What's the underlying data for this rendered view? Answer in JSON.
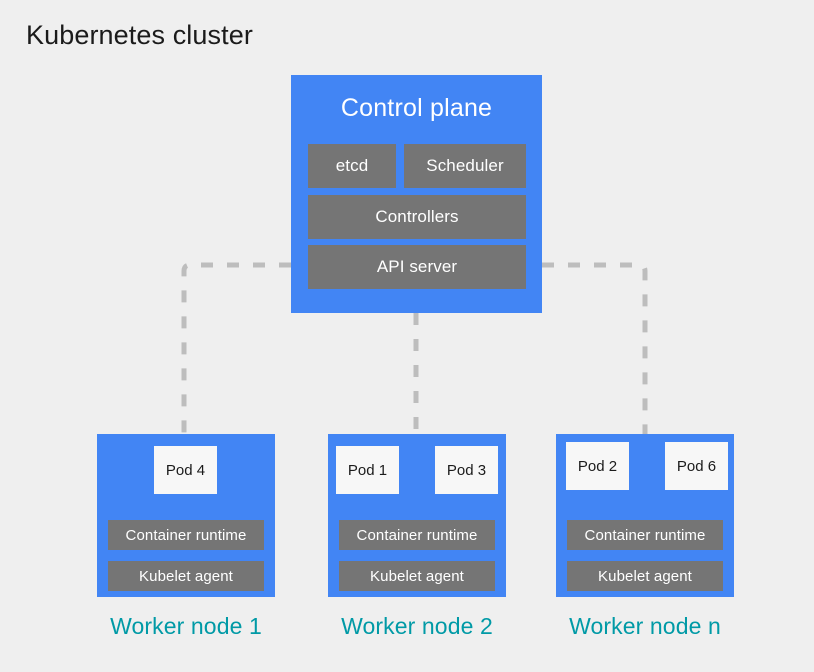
{
  "page": {
    "title": "Kubernetes cluster",
    "background_color": "#efefef"
  },
  "colors": {
    "node_blue": "#4285f4",
    "component_gray": "#757575",
    "pod_white": "#f7f7f7",
    "label_teal": "#009aa6",
    "connector_gray": "#bdbdbd",
    "title_text": "#1b1b1b"
  },
  "control_plane": {
    "title": "Control plane",
    "components": [
      {
        "label": "etcd"
      },
      {
        "label": "Scheduler"
      },
      {
        "label": "Controllers"
      },
      {
        "label": "API server"
      }
    ]
  },
  "worker_nodes": [
    {
      "label": "Worker node 1",
      "pods": [
        {
          "label": "Pod 4"
        }
      ],
      "runtime_label": "Container runtime",
      "kubelet_label": "Kubelet agent"
    },
    {
      "label": "Worker node 2",
      "pods": [
        {
          "label": "Pod 1"
        },
        {
          "label": "Pod 3"
        }
      ],
      "runtime_label": "Container runtime",
      "kubelet_label": "Kubelet agent"
    },
    {
      "label": "Worker node n",
      "pods": [
        {
          "label": "Pod 2"
        },
        {
          "label": "Pod 6"
        }
      ],
      "runtime_label": "Container runtime",
      "kubelet_label": "Kubelet agent"
    }
  ],
  "connectors": {
    "description": "Dashed links from API server to each worker node",
    "style": "dashed",
    "color": "#bdbdbd"
  }
}
